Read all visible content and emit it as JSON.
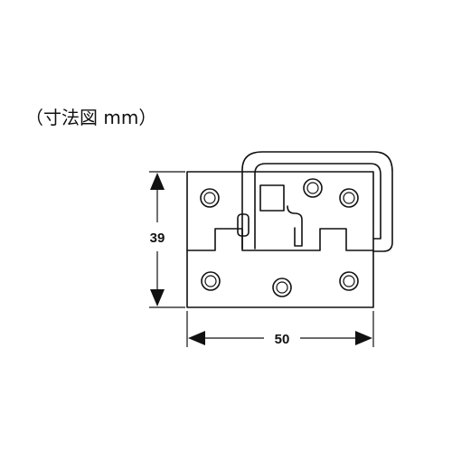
{
  "title": "（寸法図 mm）",
  "dimensions": {
    "height_label": "39",
    "width_label": "50"
  },
  "colors": {
    "ink": "#111111",
    "background": "#ffffff"
  }
}
